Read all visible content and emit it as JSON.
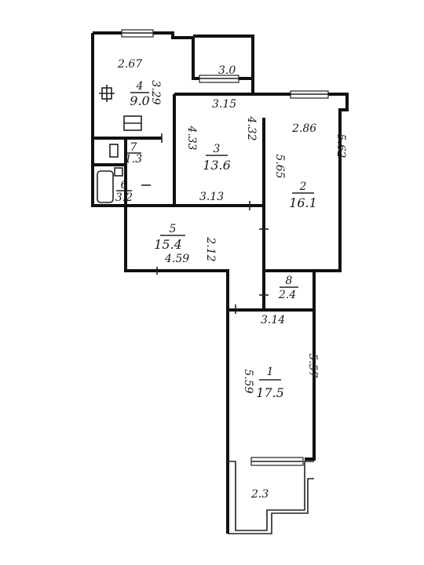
{
  "plan": {
    "rooms": [
      {
        "id": "kitchen",
        "number": "4",
        "area": "9.0",
        "dim_top": "2.67",
        "dim_side": "3.29"
      },
      {
        "id": "room3",
        "number": "3",
        "area": "13.6",
        "dim_top": "3.15",
        "dim_bottom": "3.13",
        "dim_left": "4.33",
        "dim_right": "4.32"
      },
      {
        "id": "room2",
        "number": "2",
        "area": "16.1",
        "dim_top": "2.86",
        "dim_left": "5.65",
        "dim_right": "5.62"
      },
      {
        "id": "toilet",
        "number": "7",
        "area": "1.3"
      },
      {
        "id": "bath",
        "number": "6",
        "area": "3.2"
      },
      {
        "id": "hall",
        "number": "5",
        "area": "15.4",
        "dim_bottom": "4.59",
        "dim_side": "2.12"
      },
      {
        "id": "storage",
        "number": "8",
        "area": "2.4"
      },
      {
        "id": "room1",
        "number": "1",
        "area": "17.5",
        "dim_top": "3.14",
        "dim_left": "5.59",
        "dim_right": "5.57"
      }
    ],
    "balconies": [
      {
        "id": "balcony-top",
        "dim": "3.0"
      },
      {
        "id": "balcony-bottom",
        "dim": "2.3"
      }
    ]
  }
}
